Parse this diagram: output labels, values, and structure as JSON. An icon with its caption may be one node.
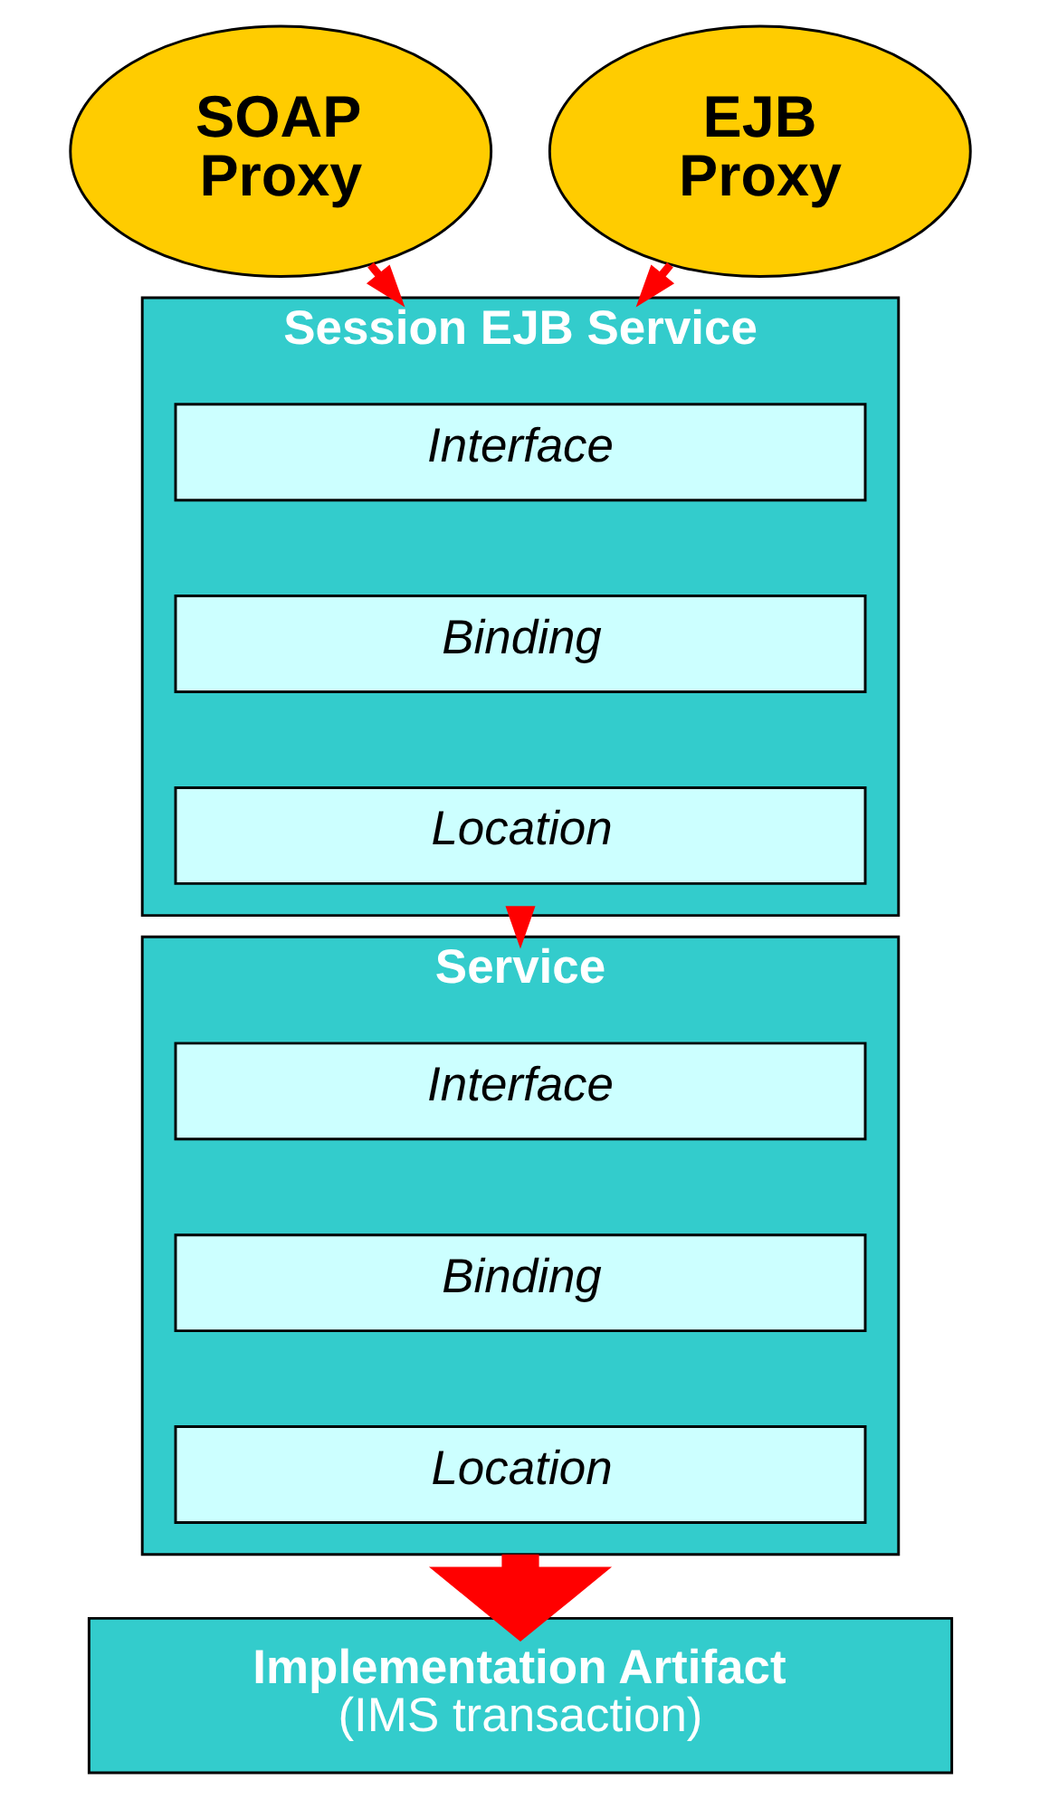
{
  "diagram": {
    "nodes": [
      {
        "text": [
          "SOAP Proxy"
        ]
      },
      {
        "text": [
          "EJB Proxy"
        ]
      },
      {
        "text": [
          "Session EJB Service"
        ]
      },
      {
        "text": [
          "Interface"
        ],
        "in": 2
      },
      {
        "text": [
          "Binding"
        ],
        "in": 2
      },
      {
        "text": [
          "Location"
        ],
        "in": 2
      },
      {
        "text": [
          "Service"
        ]
      },
      {
        "text": [
          "Interface"
        ],
        "in": 6
      },
      {
        "text": [
          "Binding"
        ],
        "in": 6
      },
      {
        "text": [
          "Location"
        ],
        "in": 6
      },
      {
        "text": [
          "Implementation Artifact",
          "(IMS transaction)"
        ]
      }
    ],
    "edges": [
      {
        "from": 0,
        "to": 2,
        "arrow": "to"
      },
      {
        "from": 1,
        "to": 2,
        "arrow": "to"
      },
      {
        "from": 2,
        "to": 6,
        "arrow": "to"
      },
      {
        "from": 6,
        "to": 10,
        "arrow": "to",
        "style": "thick"
      }
    ]
  }
}
